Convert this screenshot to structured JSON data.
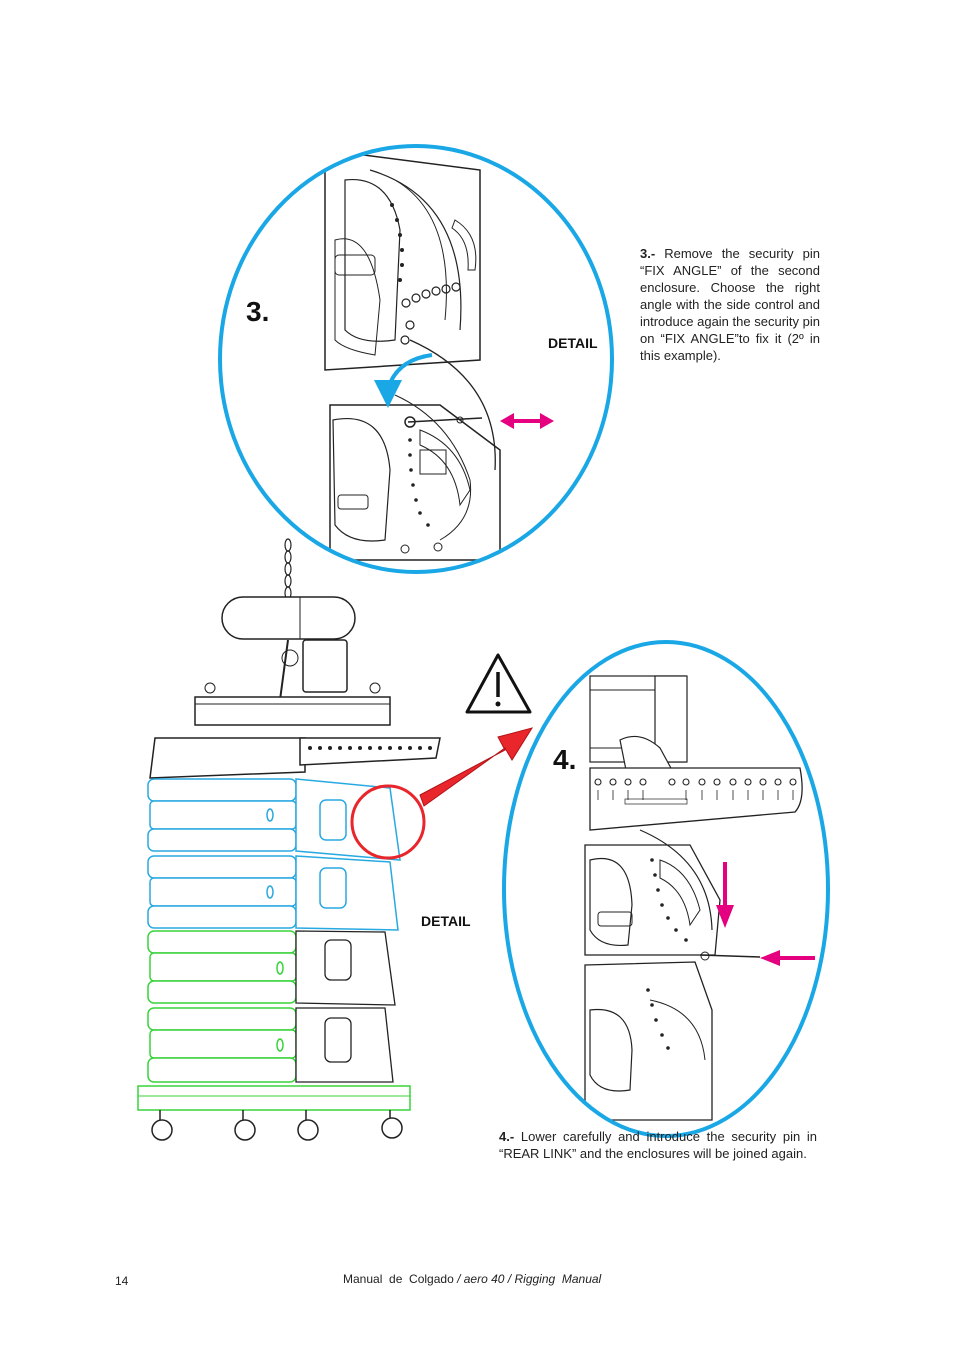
{
  "step3": {
    "label": "3.",
    "detail_label": "DETAIL",
    "text_prefix": "3.-",
    "text": "Remove the security pin “FIX ANGLE” of the second enclosure. Choose the right angle with the side control and introduce again the security pin on “FIX ANGLE”to fix it (2º in this example)."
  },
  "step4": {
    "label": "4.",
    "detail_label": "DETAIL",
    "text_prefix": "4.-",
    "text": "Lower carefully and introduce the security pin in “REAR LINK” and the enclosures will be joined again."
  },
  "footer": {
    "page_number": "14",
    "manual_es": "Manual  de  Colgado",
    "product": "/ aero 40 /",
    "manual_en": "Rigging  Manual"
  },
  "colors": {
    "circle": "#1aa7e6",
    "arrow_red": "#e8262b",
    "arrow_pink": "#e4007e",
    "blue_lines": "#29a9e1",
    "green_lines": "#39d33a"
  },
  "icons": [
    "warning-triangle-icon"
  ]
}
